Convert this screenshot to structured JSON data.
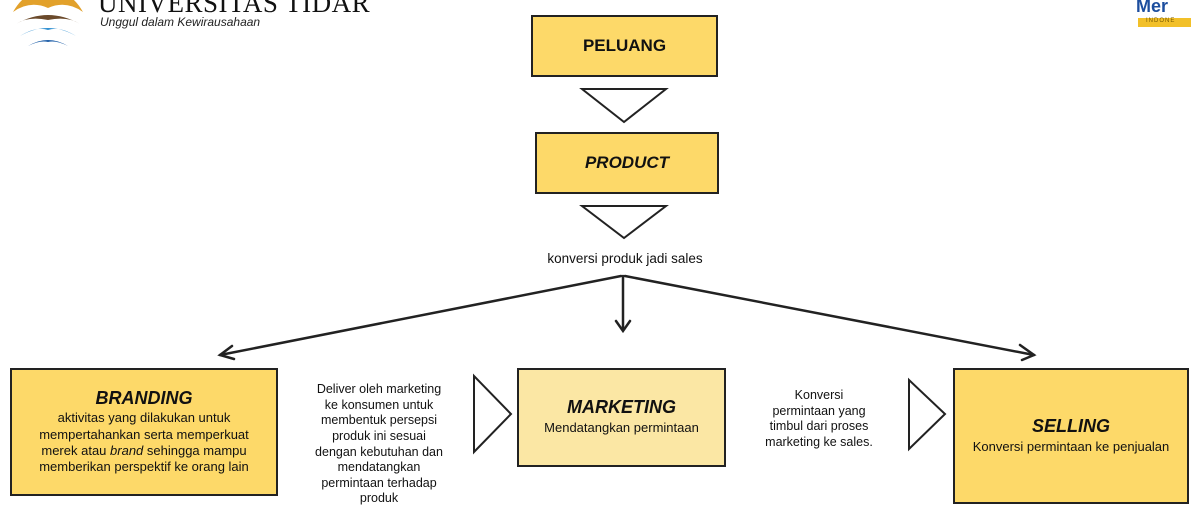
{
  "header": {
    "university_name": "UNIVERSITAS TIDAR",
    "tagline": "Unggul dalam Kewirausahaan",
    "logo_icon": "university-logo-icon",
    "partner_logo_icon": "partner-logo-icon",
    "partner_logo_text": "Mer",
    "partner_logo_subtext": "INDONE"
  },
  "colors": {
    "box_fill_dark": "#FDD969",
    "box_fill_light": "#FBE7A4",
    "stroke": "#222222"
  },
  "diagram": {
    "peluang": "PELUANG",
    "product": "PRODUCT",
    "conversion_label": "konversi produk jadi sales",
    "branding": {
      "title": "BRANDING",
      "desc_line1": "aktivitas yang dilakukan untuk",
      "desc_line2": "mempertahankan serta memperkuat",
      "desc_line3a": "merek atau ",
      "desc_line3b": "brand",
      "desc_line3c": " sehingga mampu",
      "desc_line4": "memberikan perspektif ke orang lain"
    },
    "deliver_note": {
      "l1": "Deliver oleh marketing",
      "l2": "ke konsumen untuk",
      "l3": "membentuk persepsi",
      "l4": "produk ini sesuai",
      "l5": "dengan kebutuhan dan",
      "l6": "mendatangkan",
      "l7": "permintaan  terhadap",
      "l8": "produk"
    },
    "marketing": {
      "title": "MARKETING",
      "desc": "Mendatangkan permintaan"
    },
    "konversi_note": {
      "l1": "Konversi",
      "l2": "permintaan yang",
      "l3": "timbul dari proses",
      "l4": "marketing ke sales."
    },
    "selling": {
      "title": "SELLING",
      "desc": "Konversi permintaan ke penjualan"
    }
  }
}
